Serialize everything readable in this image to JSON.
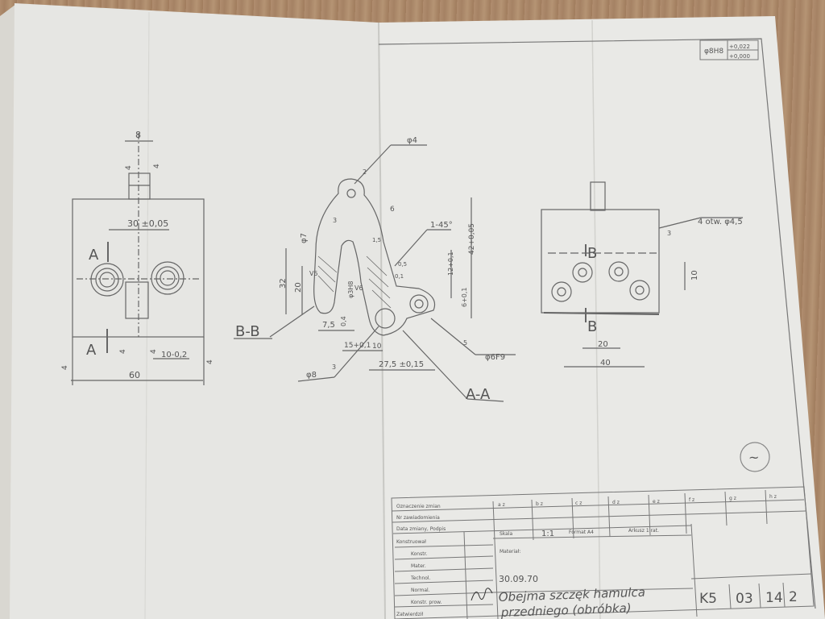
{
  "left_view": {
    "dims": [
      "8",
      "4",
      "4",
      "30 ±0,05",
      "60",
      "10-0,2",
      "4",
      "4",
      "4",
      "4"
    ],
    "section_marks": [
      "A",
      "A"
    ]
  },
  "center_view": {
    "dims": [
      "φ4",
      "2",
      "6",
      "1-45°",
      "42+0,05",
      "12+0,1",
      "6+0,1",
      "φ7",
      "32",
      "20",
      "3",
      "V5",
      "φ3H8",
      "V6",
      "1,5",
      "0,5",
      "0,1",
      "7,5",
      "0,4",
      "15+0,1",
      "10",
      "27,5 ±0,15",
      "φ8",
      "3",
      "5",
      "φ6F9"
    ],
    "section_labels": [
      "B-B",
      "A-A"
    ]
  },
  "right_view": {
    "dims": [
      "4 otw. φ4,5",
      "3",
      "10",
      "20",
      "40"
    ],
    "section_marks": [
      "B",
      "B"
    ]
  },
  "tolerance_box": {
    "label": "φ8H8",
    "upper": "+0,022",
    "lower": "+0,000"
  },
  "symbol": "~",
  "title_block": {
    "change_rows": [
      "Oznaczenie zmian",
      "Nr zawiadomienia",
      "Data zmiany, Podpis"
    ],
    "change_cols": [
      "a z",
      "b z",
      "c z",
      "d z",
      "e z",
      "f z",
      "g z",
      "h z"
    ],
    "roles": [
      "Konstruował",
      "Konstr.",
      "Mater.",
      "Technol.",
      "Normal.",
      "Konstr. prow.",
      "Zatwierdził"
    ],
    "scale_label": "Skala",
    "scale_value": "1:1",
    "format_label": "Format A4",
    "sheet_label": "Arkusz 1 rat.",
    "material_label": "Materiał:",
    "date": "30.09.70",
    "title_line1": "Obejma szczęk hamulca",
    "title_line2": "przedniego (obróbka)",
    "drawing_number": [
      "K5",
      "03",
      "14",
      "2"
    ]
  }
}
